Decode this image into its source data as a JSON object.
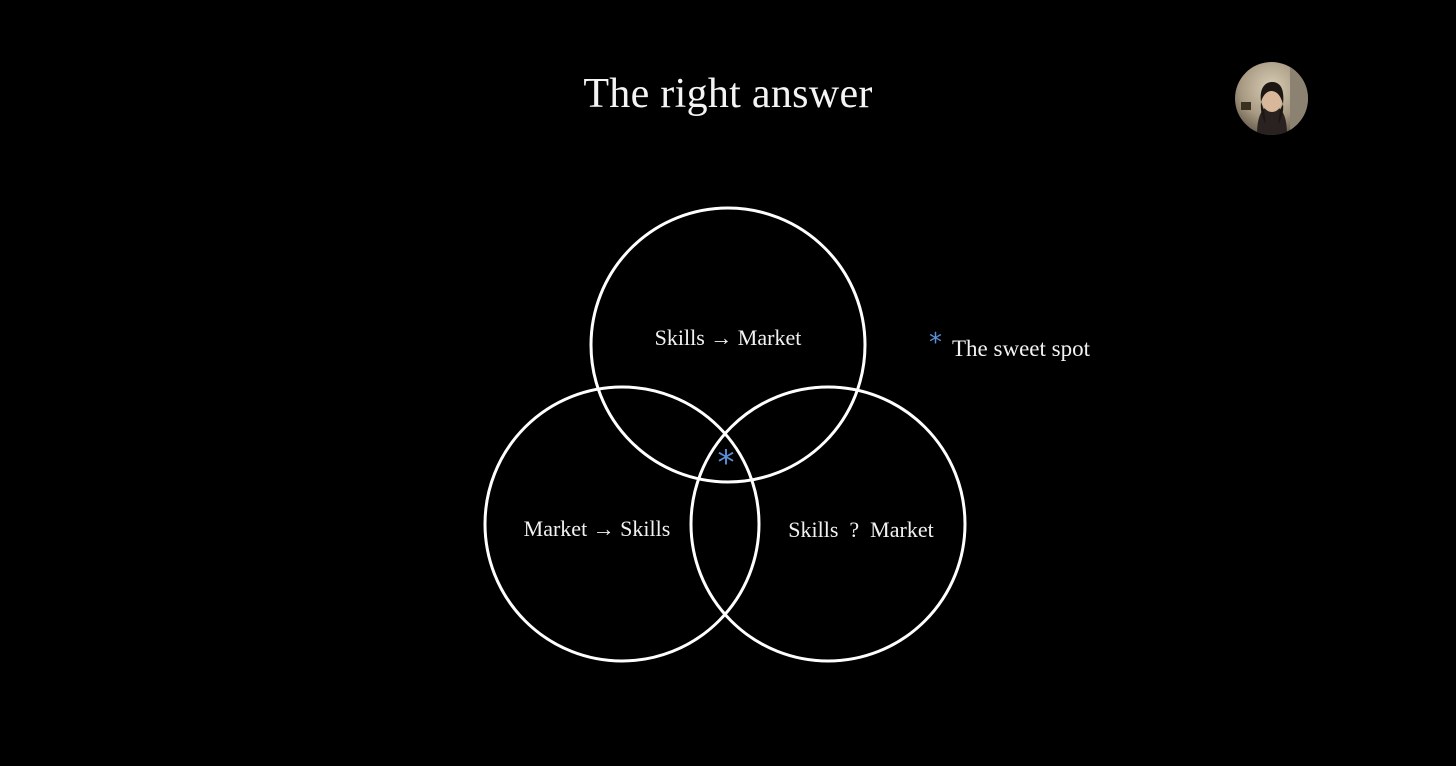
{
  "slide": {
    "title": "The right answer"
  },
  "presenter": {
    "avatar_icon": "person-avatar"
  },
  "venn": {
    "circles": [
      {
        "label": "Skills → Market"
      },
      {
        "label": "Market → Skills"
      },
      {
        "label": "Skills  ?  Market"
      }
    ],
    "intersection_marker": "*"
  },
  "legend": {
    "marker": "*",
    "text": "The sweet spot"
  },
  "colors": {
    "background": "#000000",
    "stroke": "#ffffff",
    "accent": "#5b8fd6"
  }
}
